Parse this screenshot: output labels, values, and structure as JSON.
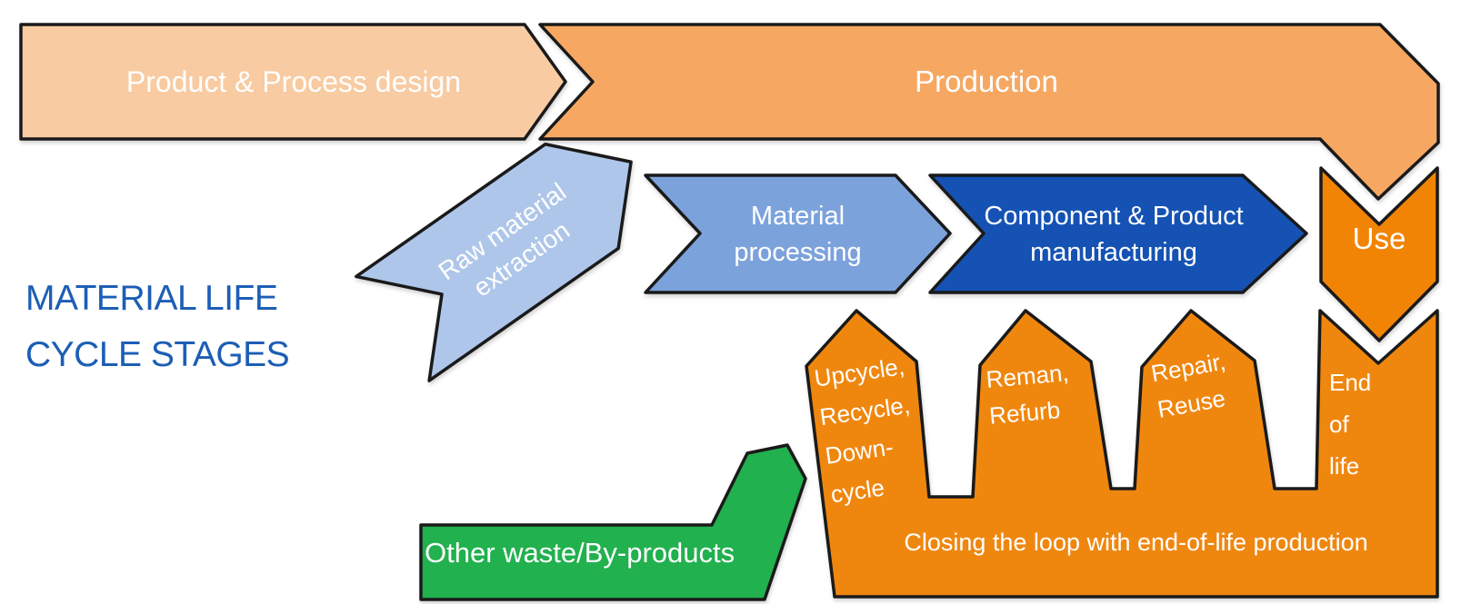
{
  "diagram": {
    "title": "MATERIAL LIFE\nCYCLE STAGES",
    "colors": {
      "title_text": "#1C5EB5",
      "outline": "#1A1A1A",
      "label_text": "#FFFFFF",
      "design_fill": "#F8CBA2",
      "production_fill": "#F6A862",
      "raw_material_fill": "#AEC6E9",
      "material_processing_fill": "#7CA2DC",
      "component_manufacturing_fill": "#1552B4",
      "use_fill": "#F28405",
      "loop_fill": "#EF870F",
      "waste_fill": "#21B14E"
    },
    "stages": {
      "design": "Product & Process design",
      "production": "Production",
      "raw_material": "Raw material\nextraction",
      "material_processing": "Material\nprocessing",
      "component_manufacturing": "Component & Product\nmanufacturing",
      "use": "Use"
    },
    "loop": {
      "turret_upcycle": "Upcycle,\nRecycle,\nDown-\ncycle",
      "turret_reman": "Reman,\nRefurb",
      "turret_repair": "Repair,\nReuse",
      "end_of_life": "End\nof\nlife",
      "caption": "Closing the loop with end-of-life production"
    },
    "waste": "Other waste/By-products"
  }
}
